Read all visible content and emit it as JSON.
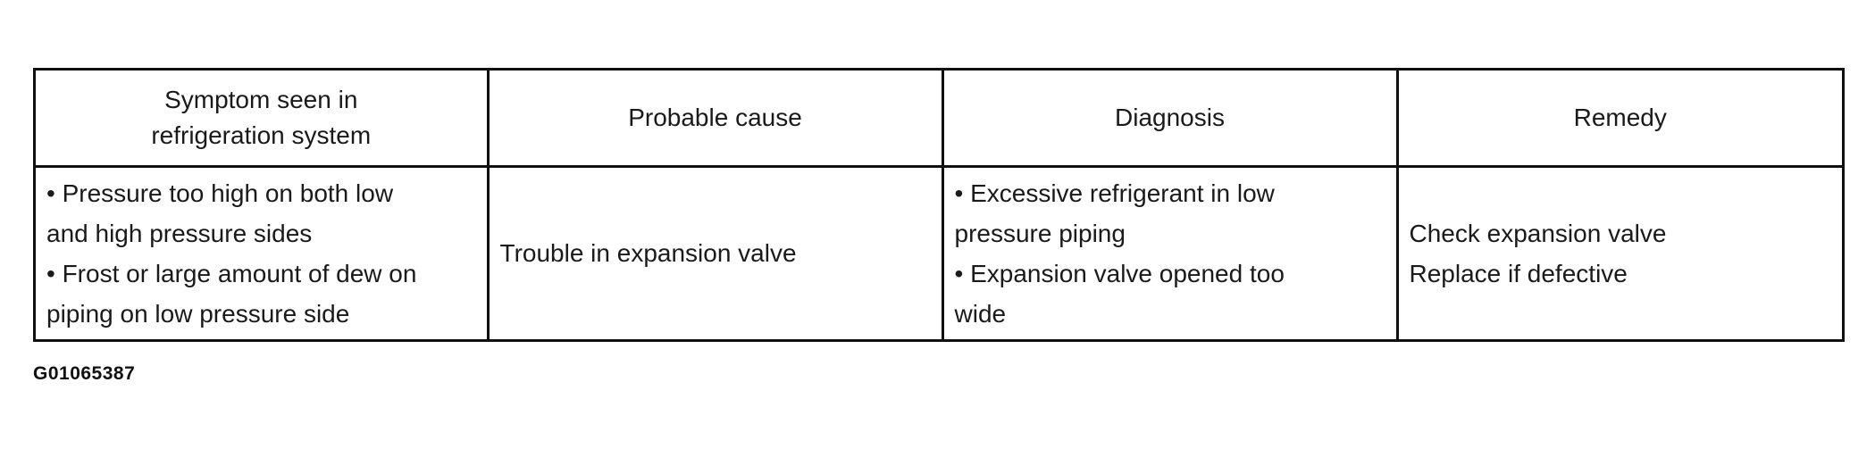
{
  "table": {
    "headers": [
      [
        "Symptom seen in",
        "refrigeration system"
      ],
      [
        "Probable cause"
      ],
      [
        "Diagnosis"
      ],
      [
        "Remedy"
      ]
    ],
    "rows": [
      {
        "symptom": [
          "• Pressure too high on both low",
          "and high pressure sides",
          "• Frost or large amount of dew on",
          "piping on low pressure side"
        ],
        "cause": [
          "Trouble in expansion valve"
        ],
        "diagnosis": [
          "• Excessive refrigerant in low",
          "pressure piping",
          "• Expansion valve opened too",
          "wide"
        ],
        "remedy": [
          "Check expansion valve",
          "Replace if defective"
        ]
      }
    ]
  },
  "figure_id": "G01065387"
}
